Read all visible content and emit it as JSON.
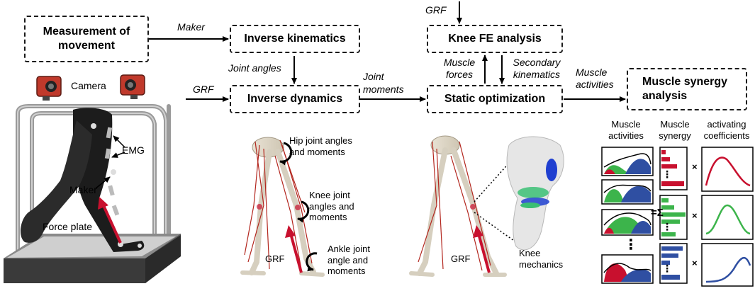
{
  "boxes": {
    "measurement": "Measurement of movement",
    "inverse_kinematics": "Inverse kinematics",
    "inverse_dynamics": "Inverse dynamics",
    "knee_fe": "Knee FE analysis",
    "static_opt": "Static optimization",
    "synergy": "Muscle synergy analysis"
  },
  "arrow_labels": {
    "maker": "Maker",
    "joint_angles": "Joint angles",
    "grf_left": "GRF",
    "joint_moments": "Joint moments",
    "grf_top": "GRF",
    "muscle_forces": "Muscle forces",
    "secondary_kinematics": "Secondary kinematics",
    "muscle_activities": "Muscle activities"
  },
  "treadmill": {
    "camera": "Camera",
    "emg": "EMG",
    "maker": "Maker",
    "force_plate": "Force plate"
  },
  "skeleton_left": {
    "hip": "Hip joint angles and moments",
    "knee": "Knee joint angles and moments",
    "ankle": "Ankle joint angle and moments",
    "grf": "GRF"
  },
  "skeleton_right": {
    "grf": "GRF",
    "knee_mechanics": "Knee mechanics"
  },
  "synergy_panel": {
    "col1": "Muscle activities",
    "col2": "Muscle synergy",
    "col3": "activating coefficients",
    "times": "×",
    "equals_sum": "=Σ",
    "ellipsis": "⋮"
  },
  "colors": {
    "red": "#c8102e",
    "green": "#3cb44b",
    "blue": "#2f4fa2",
    "dark": "#1a1a1a"
  }
}
